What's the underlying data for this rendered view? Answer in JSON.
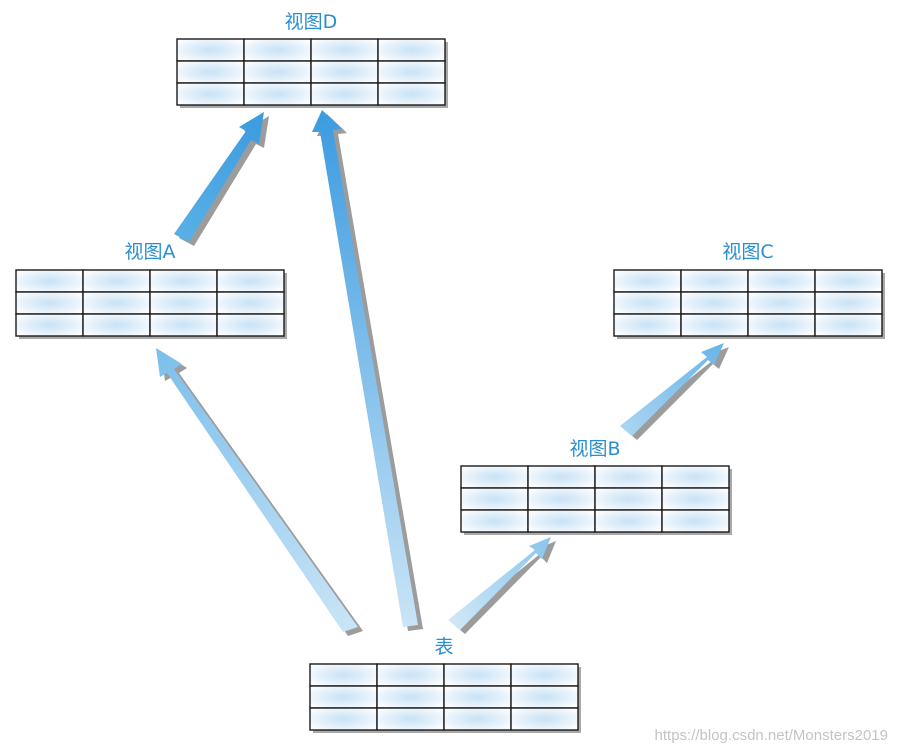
{
  "diagram": {
    "nodes": {
      "view_d": {
        "label": "视图D"
      },
      "view_a": {
        "label": "视图A"
      },
      "view_c": {
        "label": "视图C"
      },
      "view_b": {
        "label": "视图B"
      },
      "table": {
        "label": "表"
      }
    },
    "edges": [
      {
        "from": "table",
        "to": "view_a"
      },
      {
        "from": "table",
        "to": "view_d"
      },
      {
        "from": "table",
        "to": "view_b"
      },
      {
        "from": "view_a",
        "to": "view_d"
      },
      {
        "from": "view_b",
        "to": "view_c"
      }
    ],
    "grid": {
      "rows": 3,
      "cols": 4
    },
    "colors": {
      "label": "#2a8fd0",
      "arrow_dark": "#3a9be0",
      "arrow_light": "#c8e3f5",
      "grid_line": "#1a1a1a"
    }
  },
  "watermark": "https://blog.csdn.net/Monsters2019"
}
